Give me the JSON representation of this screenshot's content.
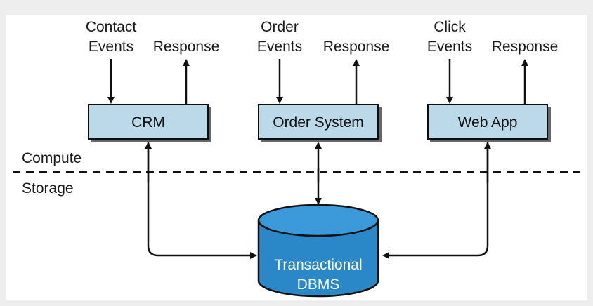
{
  "systems": [
    {
      "name": "CRM",
      "event_label_line1": "Contact",
      "event_label_line2": "Events",
      "response_label": "Response"
    },
    {
      "name": "Order System",
      "event_label_line1": "Order",
      "event_label_line2": "Events",
      "response_label": "Response"
    },
    {
      "name": "Web App",
      "event_label_line1": "Click",
      "event_label_line2": "Events",
      "response_label": "Response"
    }
  ],
  "layers": {
    "compute": "Compute",
    "storage": "Storage"
  },
  "database": {
    "line1": "Transactional",
    "line2": "DBMS"
  },
  "colors": {
    "box_fill": "#bcd9ea",
    "db_fill": "#2a87c8",
    "db_top": "#3a99d8",
    "line": "#111111"
  }
}
